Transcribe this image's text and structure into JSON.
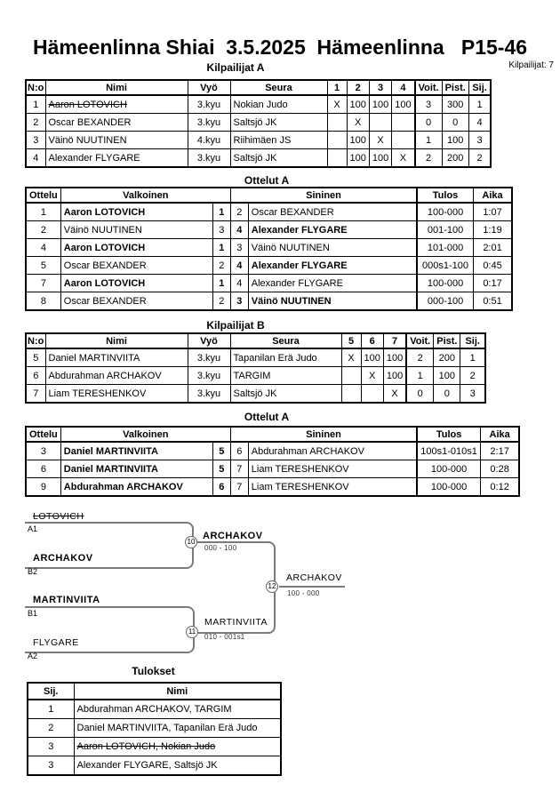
{
  "page": {
    "title": "Hämeenlinna Shiai  3.5.2025  Hämeenlinna   P15-46",
    "competitors_count": "Kilpailijat: 7"
  },
  "sections": {
    "pool_a": "Kilpailijat A",
    "matches_a": "Ottelut A",
    "pool_b": "Kilpailijat B",
    "matches_b": "Ottelut A",
    "results": "Tulokset"
  },
  "tables": {
    "pool_a": {
      "headers": [
        "N:o",
        "Nimi",
        "Vyö",
        "Seura",
        "1",
        "2",
        "3",
        "4",
        "Voit.",
        "Pist.",
        "Sij."
      ],
      "rows": [
        [
          "1",
          {
            "t": "Aaron LOTOVICH",
            "s": 1
          },
          "3.kyu",
          "Nokian Judo",
          "X",
          "100",
          "100",
          "100",
          "3",
          "300",
          "1"
        ],
        [
          "2",
          "Oscar BEXANDER",
          "3.kyu",
          "Saltsjö JK",
          "",
          "X",
          "",
          "",
          "0",
          "0",
          "4"
        ],
        [
          "3",
          "Väinö NUUTINEN",
          "4.kyu",
          "Riihimäen JS",
          "",
          "100",
          "X",
          "",
          "1",
          "100",
          "3"
        ],
        [
          "4",
          "Alexander FLYGARE",
          "3.kyu",
          "Saltsjö JK",
          "",
          "100",
          "100",
          "X",
          "2",
          "200",
          "2"
        ]
      ]
    },
    "matches_a": {
      "headers": [
        "Ottelu",
        {
          "t": "Valkoinen",
          "sp": 2
        },
        {
          "t": "Sininen",
          "sp": 2
        },
        "Tulos",
        "Aika"
      ],
      "rows": [
        [
          "1",
          {
            "t": "Aaron LOTOVICH",
            "w": 1
          },
          {
            "t": "1",
            "w": 1
          },
          "2",
          "Oscar BEXANDER",
          "100-000",
          "1:07"
        ],
        [
          "2",
          "Väinö NUUTINEN",
          "3",
          {
            "t": "4",
            "w": 1
          },
          {
            "t": "Alexander FLYGARE",
            "w": 1
          },
          "001-100",
          "1:19"
        ],
        [
          "4",
          {
            "t": "Aaron LOTOVICH",
            "w": 1
          },
          {
            "t": "1",
            "w": 1
          },
          "3",
          "Väinö NUUTINEN",
          "101-000",
          "2:01"
        ],
        [
          "5",
          "Oscar BEXANDER",
          "2",
          {
            "t": "4",
            "w": 1
          },
          {
            "t": "Alexander FLYGARE",
            "w": 1
          },
          "000s1-100",
          "0:45"
        ],
        [
          "7",
          {
            "t": "Aaron LOTOVICH",
            "w": 1
          },
          {
            "t": "1",
            "w": 1
          },
          "4",
          "Alexander FLYGARE",
          "100-000",
          "0:17"
        ],
        [
          "8",
          "Oscar BEXANDER",
          "2",
          {
            "t": "3",
            "w": 1
          },
          {
            "t": "Väinö NUUTINEN",
            "w": 1
          },
          "000-100",
          "0:51"
        ]
      ]
    },
    "pool_b": {
      "headers": [
        "N:o",
        "Nimi",
        "Vyö",
        "Seura",
        "5",
        "6",
        "7",
        "Voit.",
        "Pist.",
        "Sij."
      ],
      "rows": [
        [
          "5",
          "Daniel MARTINVIITA",
          "3.kyu",
          "Tapanilan Erä Judo",
          "X",
          "100",
          "100",
          "2",
          "200",
          "1"
        ],
        [
          "6",
          "Abdurahman ARCHAKOV",
          "3.kyu",
          "TARGIM",
          "",
          "X",
          "100",
          "1",
          "100",
          "2"
        ],
        [
          "7",
          "Liam TERESHENKOV",
          "3.kyu",
          "Saltsjö JK",
          "",
          "",
          "X",
          "0",
          "0",
          "3"
        ]
      ]
    },
    "matches_b": {
      "headers": [
        "Ottelu",
        {
          "t": "Valkoinen",
          "sp": 2
        },
        {
          "t": "Sininen",
          "sp": 2
        },
        "Tulos",
        "Aika"
      ],
      "rows": [
        [
          "3",
          {
            "t": "Daniel MARTINVIITA",
            "w": 1
          },
          {
            "t": "5",
            "w": 1
          },
          "6",
          "Abdurahman ARCHAKOV",
          "100s1-010s1",
          "2:17"
        ],
        [
          "6",
          {
            "t": "Daniel MARTINVIITA",
            "w": 1
          },
          {
            "t": "5",
            "w": 1
          },
          "7",
          "Liam TERESHENKOV",
          "100-000",
          "0:28"
        ],
        [
          "9",
          {
            "t": "Abdurahman ARCHAKOV",
            "w": 1
          },
          {
            "t": "6",
            "w": 1
          },
          "7",
          "Liam TERESHENKOV",
          "100-000",
          "0:12"
        ]
      ]
    },
    "results": {
      "headers": [
        "Sij.",
        "Nimi"
      ],
      "rows": [
        [
          "1",
          "Abdurahman ARCHAKOV, TARGIM"
        ],
        [
          "2",
          "Daniel MARTINVIITA, Tapanilan Erä Judo"
        ],
        [
          "3",
          {
            "t": "Aaron LOTOVICH, Nokian Judo",
            "s": 1
          }
        ],
        [
          "3",
          "Alexander FLYGARE, Saltsjö JK"
        ]
      ]
    }
  },
  "bracket": {
    "entrants": [
      {
        "name": "LOTOVICH",
        "seed": "A1",
        "strike": true,
        "bold": false
      },
      {
        "name": "ARCHAKOV",
        "seed": "B2",
        "strike": false,
        "bold": true
      },
      {
        "name": "MARTINVIITA",
        "seed": "B1",
        "strike": false,
        "bold": true
      },
      {
        "name": "FLYGARE",
        "seed": "A2",
        "strike": false,
        "bold": false
      }
    ],
    "matches": [
      {
        "number": "10",
        "winner": "ARCHAKOV",
        "score": "000 - 100",
        "winner_bold": true
      },
      {
        "number": "11",
        "winner": "MARTINVIITA",
        "score": "010 - 001s1",
        "winner_bold": false
      },
      {
        "number": "12",
        "winner": "ARCHAKOV",
        "score": "100 - 000",
        "winner_bold": false
      }
    ]
  }
}
